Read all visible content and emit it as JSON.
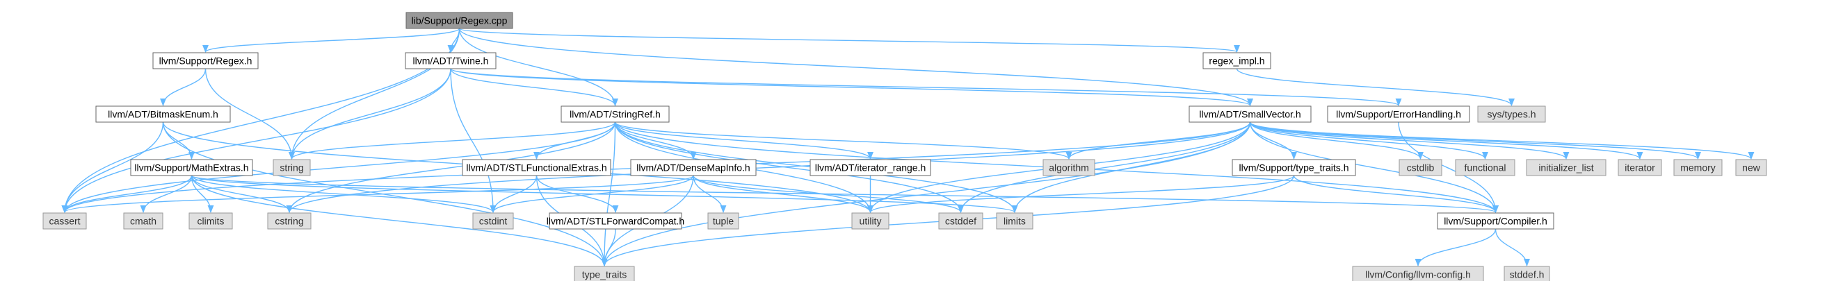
{
  "graph": {
    "edge_color": "#63b8ff",
    "nodes": [
      {
        "id": "regex_cpp",
        "label": "lib/Support/Regex.cpp",
        "kind": "focus"
      },
      {
        "id": "regex_h",
        "label": "llvm/Support/Regex.h",
        "kind": "project"
      },
      {
        "id": "twine_h",
        "label": "llvm/ADT/Twine.h",
        "kind": "project"
      },
      {
        "id": "regex_impl_h",
        "label": "regex_impl.h",
        "kind": "project"
      },
      {
        "id": "bitmask_h",
        "label": "llvm/ADT/BitmaskEnum.h",
        "kind": "project"
      },
      {
        "id": "stringref_h",
        "label": "llvm/ADT/StringRef.h",
        "kind": "project"
      },
      {
        "id": "smallvector_h",
        "label": "llvm/ADT/SmallVector.h",
        "kind": "project"
      },
      {
        "id": "errorhandling_h",
        "label": "llvm/Support/ErrorHandling.h",
        "kind": "project"
      },
      {
        "id": "systypes",
        "label": "sys/types.h",
        "kind": "system"
      },
      {
        "id": "mathextras_h",
        "label": "llvm/Support/MathExtras.h",
        "kind": "project"
      },
      {
        "id": "string",
        "label": "string",
        "kind": "system"
      },
      {
        "id": "stlfunc_h",
        "label": "llvm/ADT/STLFunctionalExtras.h",
        "kind": "project"
      },
      {
        "id": "densemapinfo_h",
        "label": "llvm/ADT/DenseMapInfo.h",
        "kind": "project"
      },
      {
        "id": "iterrange_h",
        "label": "llvm/ADT/iterator_range.h",
        "kind": "project"
      },
      {
        "id": "algorithm",
        "label": "algorithm",
        "kind": "system"
      },
      {
        "id": "typetraits_h",
        "label": "llvm/Support/type_traits.h",
        "kind": "project"
      },
      {
        "id": "cstdlib",
        "label": "cstdlib",
        "kind": "system"
      },
      {
        "id": "functional",
        "label": "functional",
        "kind": "system"
      },
      {
        "id": "initializer_list",
        "label": "initializer_list",
        "kind": "system"
      },
      {
        "id": "iterator",
        "label": "iterator",
        "kind": "system"
      },
      {
        "id": "memory",
        "label": "memory",
        "kind": "system"
      },
      {
        "id": "new",
        "label": "new",
        "kind": "system"
      },
      {
        "id": "cassert",
        "label": "cassert",
        "kind": "system"
      },
      {
        "id": "cmath",
        "label": "cmath",
        "kind": "system"
      },
      {
        "id": "climits",
        "label": "climits",
        "kind": "system"
      },
      {
        "id": "cstring",
        "label": "cstring",
        "kind": "system"
      },
      {
        "id": "cstdint",
        "label": "cstdint",
        "kind": "system"
      },
      {
        "id": "stlforward_h",
        "label": "llvm/ADT/STLForwardCompat.h",
        "kind": "project"
      },
      {
        "id": "tuple",
        "label": "tuple",
        "kind": "system"
      },
      {
        "id": "utility",
        "label": "utility",
        "kind": "system"
      },
      {
        "id": "cstddef",
        "label": "cstddef",
        "kind": "system"
      },
      {
        "id": "limits",
        "label": "limits",
        "kind": "system"
      },
      {
        "id": "compiler_h",
        "label": "llvm/Support/Compiler.h",
        "kind": "project"
      },
      {
        "id": "type_traits",
        "label": "type_traits",
        "kind": "system"
      },
      {
        "id": "llvmconfig_h",
        "label": "llvm/Config/llvm-config.h",
        "kind": "system"
      },
      {
        "id": "stddef_h",
        "label": "stddef.h",
        "kind": "system"
      }
    ],
    "edges": [
      [
        "regex_cpp",
        "regex_h"
      ],
      [
        "regex_cpp",
        "twine_h"
      ],
      [
        "regex_cpp",
        "regex_impl_h"
      ],
      [
        "regex_cpp",
        "stringref_h"
      ],
      [
        "regex_cpp",
        "smallvector_h"
      ],
      [
        "regex_cpp",
        "string"
      ],
      [
        "regex_cpp",
        "cassert"
      ],
      [
        "regex_h",
        "bitmask_h"
      ],
      [
        "regex_h",
        "string"
      ],
      [
        "twine_h",
        "smallvector_h"
      ],
      [
        "twine_h",
        "stringref_h"
      ],
      [
        "twine_h",
        "errorhandling_h"
      ],
      [
        "twine_h",
        "cassert"
      ],
      [
        "twine_h",
        "cstdint"
      ],
      [
        "twine_h",
        "string"
      ],
      [
        "regex_impl_h",
        "systypes"
      ],
      [
        "bitmask_h",
        "mathextras_h"
      ],
      [
        "bitmask_h",
        "cassert"
      ],
      [
        "bitmask_h",
        "type_traits"
      ],
      [
        "bitmask_h",
        "utility"
      ],
      [
        "stringref_h",
        "densemapinfo_h"
      ],
      [
        "stringref_h",
        "stlfunc_h"
      ],
      [
        "stringref_h",
        "iterrange_h"
      ],
      [
        "stringref_h",
        "compiler_h"
      ],
      [
        "stringref_h",
        "algorithm"
      ],
      [
        "stringref_h",
        "cassert"
      ],
      [
        "stringref_h",
        "cstddef"
      ],
      [
        "stringref_h",
        "cstring"
      ],
      [
        "stringref_h",
        "limits"
      ],
      [
        "stringref_h",
        "string"
      ],
      [
        "stringref_h",
        "type_traits"
      ],
      [
        "stringref_h",
        "utility"
      ],
      [
        "smallvector_h",
        "compiler_h"
      ],
      [
        "smallvector_h",
        "typetraits_h"
      ],
      [
        "smallvector_h",
        "algorithm"
      ],
      [
        "smallvector_h",
        "cassert"
      ],
      [
        "smallvector_h",
        "cstddef"
      ],
      [
        "smallvector_h",
        "cstdlib"
      ],
      [
        "smallvector_h",
        "cstring"
      ],
      [
        "smallvector_h",
        "functional"
      ],
      [
        "smallvector_h",
        "initializer_list"
      ],
      [
        "smallvector_h",
        "iterator"
      ],
      [
        "smallvector_h",
        "limits"
      ],
      [
        "smallvector_h",
        "memory"
      ],
      [
        "smallvector_h",
        "new"
      ],
      [
        "smallvector_h",
        "type_traits"
      ],
      [
        "smallvector_h",
        "utility"
      ],
      [
        "errorhandling_h",
        "compiler_h"
      ],
      [
        "mathextras_h",
        "compiler_h"
      ],
      [
        "mathextras_h",
        "cassert"
      ],
      [
        "mathextras_h",
        "climits"
      ],
      [
        "mathextras_h",
        "cmath"
      ],
      [
        "mathextras_h",
        "cstdint"
      ],
      [
        "mathextras_h",
        "cstring"
      ],
      [
        "mathextras_h",
        "limits"
      ],
      [
        "mathextras_h",
        "type_traits"
      ],
      [
        "stlfunc_h",
        "stlforward_h"
      ],
      [
        "stlfunc_h",
        "cstdint"
      ],
      [
        "stlfunc_h",
        "type_traits"
      ],
      [
        "densemapinfo_h",
        "cassert"
      ],
      [
        "densemapinfo_h",
        "cstddef"
      ],
      [
        "densemapinfo_h",
        "cstdint"
      ],
      [
        "densemapinfo_h",
        "tuple"
      ],
      [
        "densemapinfo_h",
        "type_traits"
      ],
      [
        "densemapinfo_h",
        "utility"
      ],
      [
        "iterrange_h",
        "utility"
      ],
      [
        "typetraits_h",
        "compiler_h"
      ],
      [
        "typetraits_h",
        "type_traits"
      ],
      [
        "typetraits_h",
        "utility"
      ],
      [
        "stlforward_h",
        "type_traits"
      ],
      [
        "compiler_h",
        "llvmconfig_h"
      ],
      [
        "compiler_h",
        "stddef_h"
      ]
    ]
  }
}
